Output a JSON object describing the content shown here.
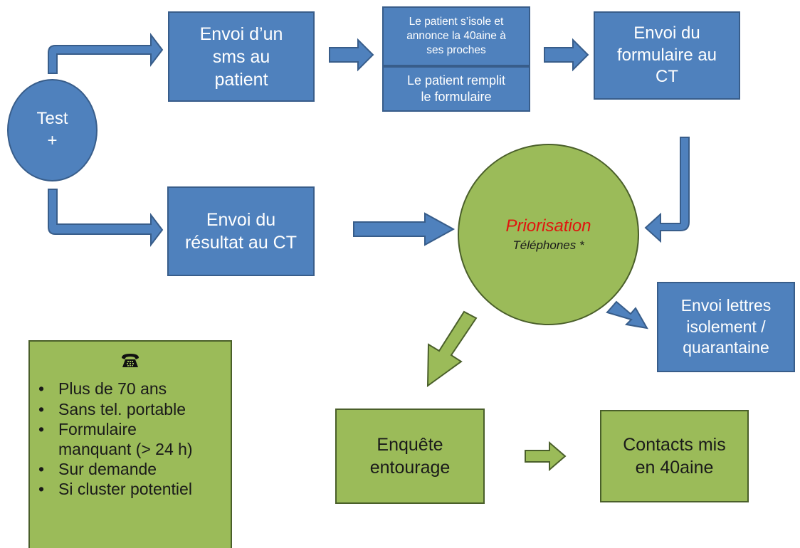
{
  "test": {
    "line1": "Test",
    "line2": "+"
  },
  "sms": {
    "lines": [
      "Envoi d’un",
      "sms au",
      "patient"
    ]
  },
  "isole": {
    "lines": [
      "Le patient s’isole et",
      "annonce la 40aine à",
      "ses proches"
    ]
  },
  "remplit": {
    "lines": [
      "Le patient remplit",
      "le formulaire"
    ]
  },
  "formulaire_ct": {
    "lines": [
      "Envoi du",
      "formulaire au",
      "CT"
    ]
  },
  "resultat_ct": {
    "lines": [
      "Envoi du",
      "résultat au CT"
    ]
  },
  "priorisation": {
    "title": "Priorisation",
    "subtitle": "Téléphones *"
  },
  "lettres": {
    "lines": [
      "Envoi lettres",
      "isolement /",
      "quarantaine"
    ]
  },
  "enquete": {
    "lines": [
      "Enquête",
      "entourage"
    ]
  },
  "contacts": {
    "lines": [
      "Contacts mis",
      "en 40aine"
    ]
  },
  "phone_box": {
    "icon": "telephone-icon",
    "bullet": "•",
    "items": [
      "Plus de 70 ans",
      "Sans tel. portable",
      "Formulaire",
      "manquant (> 24 h)",
      "Sur demande",
      "Si cluster potentiel"
    ]
  },
  "colors": {
    "blue_fill": "#4f81bd",
    "blue_border": "#385d8a",
    "green_fill": "#9bbb59",
    "green_border": "#4a5f2a",
    "priorisation_red": "#e0140e"
  }
}
